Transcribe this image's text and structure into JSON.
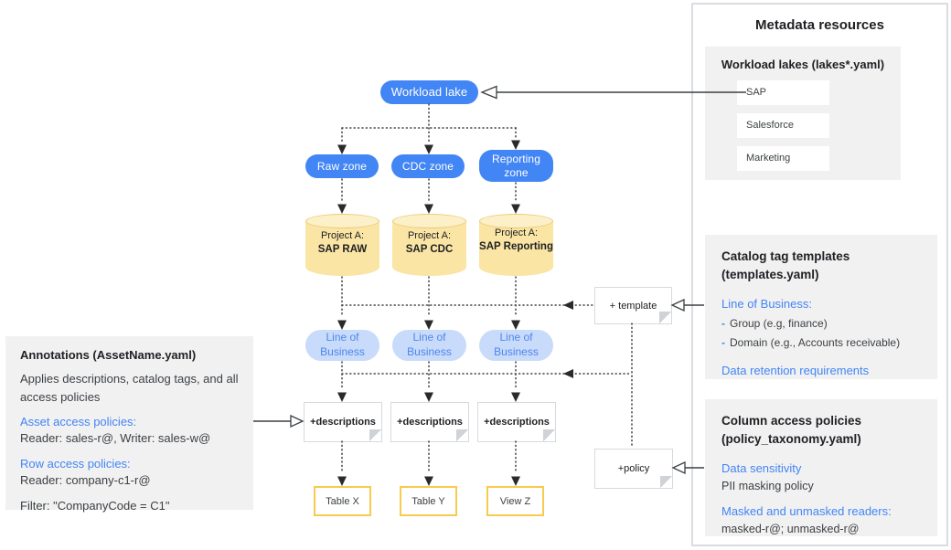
{
  "diagram": {
    "workload_lake_label": "Workload lake",
    "zones": [
      "Raw zone",
      "CDC zone",
      "Reporting zone"
    ],
    "projects": [
      {
        "prefix": "Project A:",
        "name": "SAP RAW"
      },
      {
        "prefix": "Project A:",
        "name": "SAP CDC"
      },
      {
        "prefix": "Project A:",
        "name": "SAP Reporting"
      }
    ],
    "tag_pills": [
      "Line of Business",
      "Line of Business",
      "Line of Business"
    ],
    "description_notes": [
      "+descriptions",
      "+descriptions",
      "+descriptions"
    ],
    "outputs": [
      "Table X",
      "Table Y",
      "View Z"
    ],
    "template_note": "+ template",
    "policy_note": "+policy"
  },
  "annotations": {
    "title": "Annotations (AssetName.yaml)",
    "description": "Applies descriptions, catalog tags, and all access policies",
    "asset_policies_heading": "Asset access policies:",
    "asset_policies_value": "Reader: sales-r@, Writer: sales-w@",
    "row_policies_heading": "Row access policies:",
    "row_policies_value": "Reader: company-c1-r@",
    "filter_value": "Filter: \"CompanyCode = C1\""
  },
  "metadata_panel": {
    "title": "Metadata resources",
    "workload_lakes": {
      "heading": "Workload lakes (lakes*.yaml)",
      "items": [
        "SAP",
        "Salesforce",
        "Marketing"
      ]
    },
    "catalog_templates": {
      "heading": [
        "Catalog tag templates",
        "(templates.yaml)"
      ],
      "lob_heading": "Line of Business:",
      "bullet_dash": "-",
      "bullets": [
        "Group (e.g, finance)",
        "Domain (e.g., Accounts receivable)"
      ],
      "retention_heading": "Data retention requirements"
    },
    "column_policies": {
      "heading": [
        "Column access policies",
        "(policy_taxonomy.yaml)"
      ],
      "sensitivity_heading": "Data sensitivity",
      "sensitivity_value": "PII masking policy",
      "readers_heading": "Masked and unmasked readers:",
      "readers_value": "masked-r@; unmasked-r@"
    }
  },
  "colors": {
    "primary_blue": "#4285F4",
    "light_blue_fill": "#C9DBFA",
    "light_blue_text": "#4C86EE",
    "cylinder_fill": "#FAE5A4",
    "cylinder_edge": "#EBCB77",
    "yellow_border": "#F8CB4E",
    "gray_panel": "#F1F1F2",
    "blue_text": "#4285F4"
  }
}
